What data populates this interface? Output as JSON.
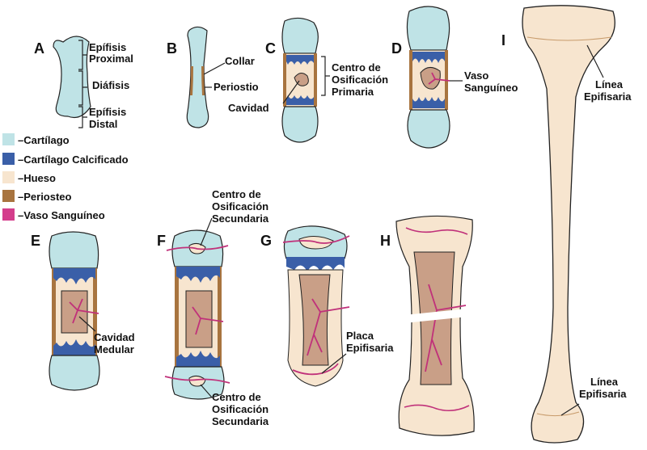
{
  "colors": {
    "cartilage": "#bfe3e6",
    "calcified_cartilage": "#3a5fa8",
    "bone": "#f7e5cf",
    "periosteum": "#a8743f",
    "blood_vessel": "#c0317a",
    "cavity": "#c99f87"
  },
  "legend": [
    {
      "label": "–Cartílago",
      "color": "#bfe3e6"
    },
    {
      "label": "–Cartílago Calcificado",
      "color": "#3a5fa8"
    },
    {
      "label": "–Hueso",
      "color": "#f7e5cf"
    },
    {
      "label": "–Periosteo",
      "color": "#a8743f"
    },
    {
      "label": "–Vaso Sanguíneo",
      "color": "#d43e8c"
    }
  ],
  "stages": {
    "A": {
      "letter": "A",
      "labels": [
        "Epífisis",
        "Proximal",
        "Diáfisis",
        "Epífisis",
        "Distal"
      ]
    },
    "B": {
      "letter": "B",
      "labels": [
        "Collar",
        "Periostio"
      ]
    },
    "C": {
      "letter": "C",
      "labels": [
        "Centro de",
        "Osificación",
        "Primaria",
        "Cavidad"
      ]
    },
    "D": {
      "letter": "D",
      "labels": [
        "Vaso",
        "Sanguíneo"
      ]
    },
    "E": {
      "letter": "E",
      "labels": [
        "Cavidad",
        "Medular"
      ]
    },
    "F": {
      "letter": "F",
      "labels": [
        "Centro de",
        "Osificación",
        "Secundaria",
        "Centro de",
        "Osificación",
        "Secundaria"
      ]
    },
    "G": {
      "letter": "G",
      "labels": [
        "Placa",
        "Epifisaria"
      ]
    },
    "H": {
      "letter": "H",
      "labels": []
    },
    "I": {
      "letter": "I",
      "labels": [
        "Línea",
        "Epifisaria",
        "Línea",
        "Epifisaria"
      ]
    }
  }
}
